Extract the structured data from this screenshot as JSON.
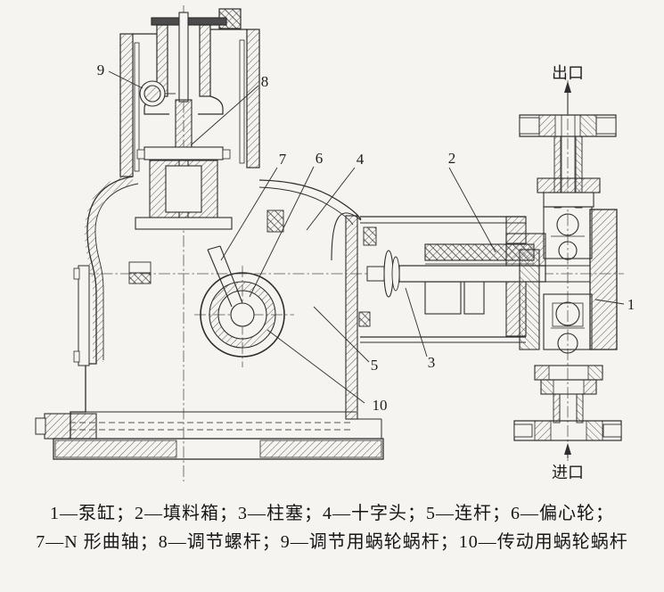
{
  "page": {
    "background_color": "#f6f4f0",
    "ink_color": "#2e2e2e"
  },
  "figure": {
    "type": "engineering-cross-section-drawing",
    "ports": {
      "outlet": "出口",
      "inlet": "进口"
    },
    "callouts": {
      "n1": "1",
      "n2": "2",
      "n3": "3",
      "n4": "4",
      "n5": "5",
      "n6": "6",
      "n7": "7",
      "n8": "8",
      "n9": "9",
      "n10": "10"
    },
    "parts": [
      {
        "num": "1",
        "name": "泵缸"
      },
      {
        "num": "2",
        "name": "填料箱"
      },
      {
        "num": "3",
        "name": "柱塞"
      },
      {
        "num": "4",
        "name": "十字头"
      },
      {
        "num": "5",
        "name": "连杆"
      },
      {
        "num": "6",
        "name": "偏心轮"
      },
      {
        "num": "7",
        "name": "N 形曲轴"
      },
      {
        "num": "8",
        "name": "调节螺杆"
      },
      {
        "num": "9",
        "name": "调节用蜗轮蜗杆"
      },
      {
        "num": "10",
        "name": "传动用蜗轮蜗杆"
      }
    ],
    "caption": {
      "line1": "1—泵缸；2—填料箱；3—柱塞；4—十字头；5—连杆；6—偏心轮；",
      "line2": "7—N 形曲轴；8—调节螺杆；9—调节用蜗轮蜗杆；10—传动用蜗轮蜗杆"
    }
  }
}
